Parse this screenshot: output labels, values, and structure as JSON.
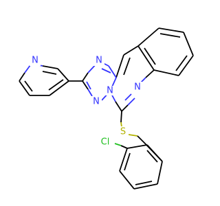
{
  "molecule": {
    "colors": {
      "nitrogen": "#3333ff",
      "sulfur": "#b2b200",
      "chlorine": "#1fbf1f"
    },
    "atoms": {
      "n_pyridine": "N",
      "n_triazole_top": "N",
      "n_triazole_bottom": "N",
      "n_triazole_fused": "N",
      "n_quinazoline": "N",
      "s_thioether": "S",
      "cl_substituent": "Cl"
    }
  }
}
